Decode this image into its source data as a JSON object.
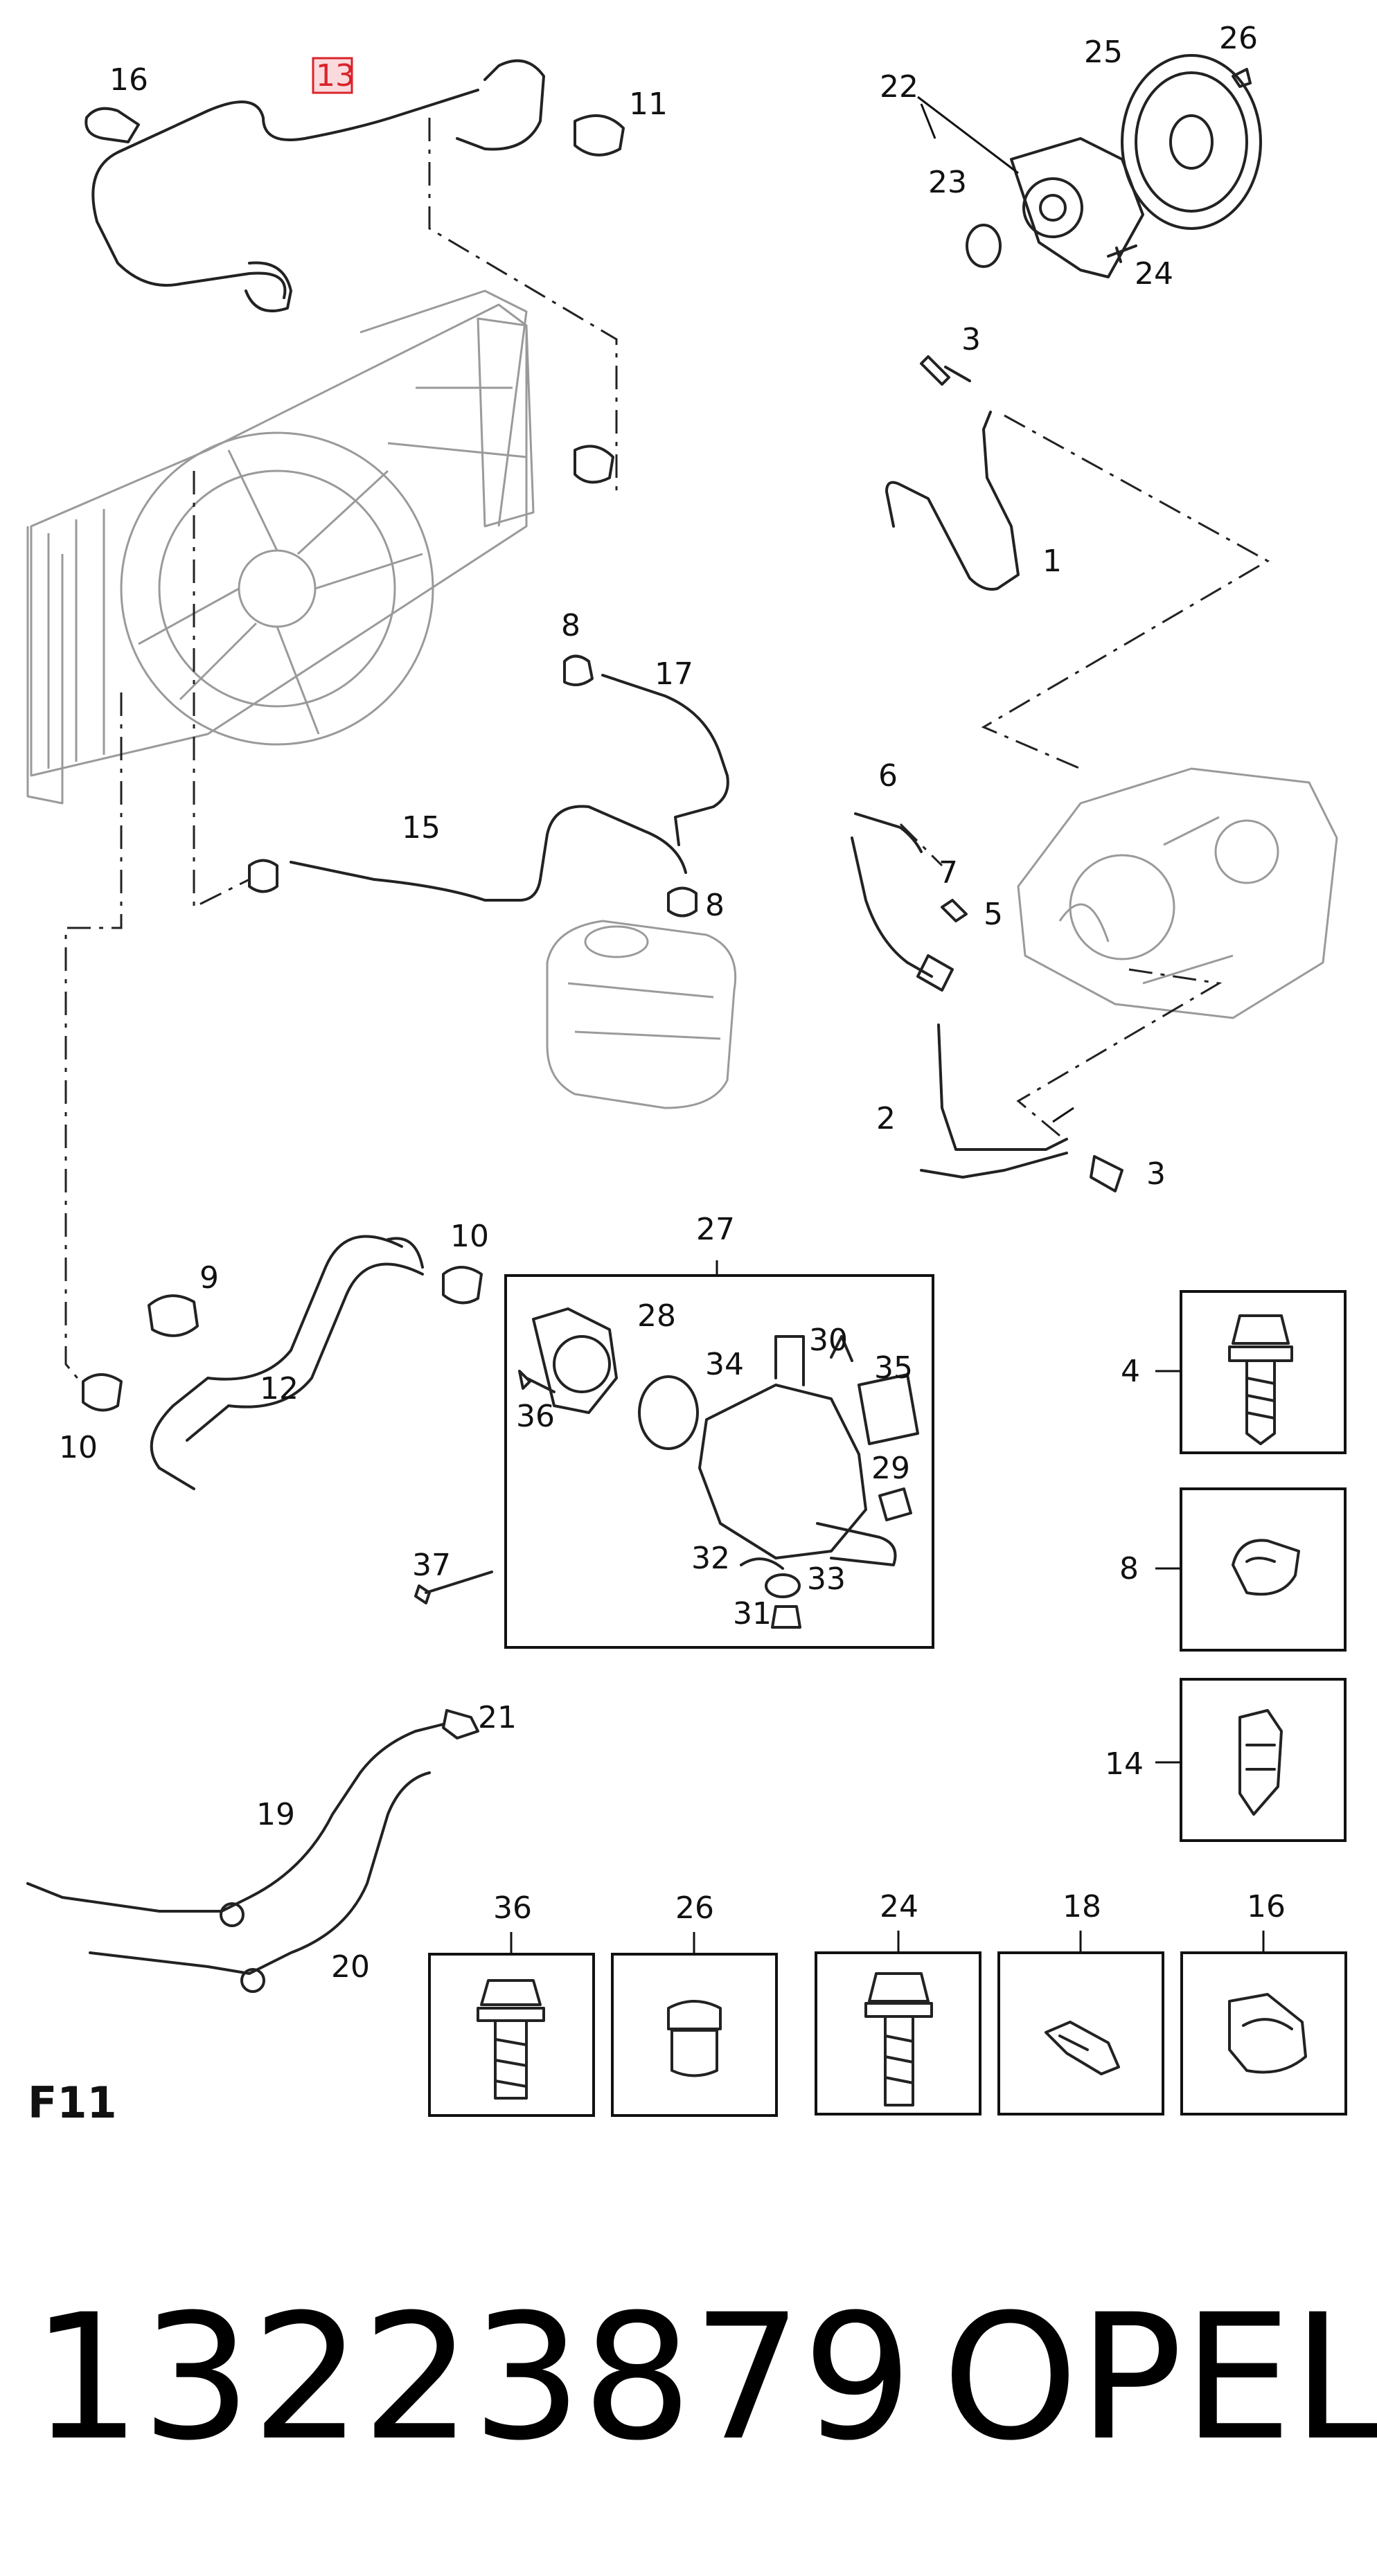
{
  "diagram": {
    "section_label": "F11",
    "highlighted_callout": "13",
    "highlight_color": "#d9242a",
    "callouts": [
      {
        "id": "c16a",
        "text": "16"
      },
      {
        "id": "c13",
        "text": "13"
      },
      {
        "id": "c11",
        "text": "11"
      },
      {
        "id": "c22",
        "text": "22"
      },
      {
        "id": "c25",
        "text": "25"
      },
      {
        "id": "c26a",
        "text": "26"
      },
      {
        "id": "c23",
        "text": "23"
      },
      {
        "id": "c24a",
        "text": "24"
      },
      {
        "id": "c3a",
        "text": "3"
      },
      {
        "id": "c1",
        "text": "1"
      },
      {
        "id": "c8a",
        "text": "8"
      },
      {
        "id": "c17",
        "text": "17"
      },
      {
        "id": "c6",
        "text": "6"
      },
      {
        "id": "c15",
        "text": "15"
      },
      {
        "id": "c7",
        "text": "7"
      },
      {
        "id": "c8b",
        "text": "8"
      },
      {
        "id": "c5",
        "text": "5"
      },
      {
        "id": "c2",
        "text": "2"
      },
      {
        "id": "c3b",
        "text": "3"
      },
      {
        "id": "c27",
        "text": "27"
      },
      {
        "id": "c10a",
        "text": "10"
      },
      {
        "id": "c9",
        "text": "9"
      },
      {
        "id": "c28",
        "text": "28"
      },
      {
        "id": "c30",
        "text": "30"
      },
      {
        "id": "c34",
        "text": "34"
      },
      {
        "id": "c35",
        "text": "35"
      },
      {
        "id": "c4",
        "text": "4"
      },
      {
        "id": "c12",
        "text": "12"
      },
      {
        "id": "c36a",
        "text": "36"
      },
      {
        "id": "c10b",
        "text": "10"
      },
      {
        "id": "c29",
        "text": "29"
      },
      {
        "id": "c8c",
        "text": "8"
      },
      {
        "id": "c37",
        "text": "37"
      },
      {
        "id": "c32",
        "text": "32"
      },
      {
        "id": "c33",
        "text": "33"
      },
      {
        "id": "c31",
        "text": "31"
      },
      {
        "id": "c21",
        "text": "21"
      },
      {
        "id": "c14",
        "text": "14"
      },
      {
        "id": "c19",
        "text": "19"
      },
      {
        "id": "c20",
        "text": "20"
      },
      {
        "id": "c36b",
        "text": "36"
      },
      {
        "id": "c26b",
        "text": "26"
      },
      {
        "id": "c24b",
        "text": "24"
      },
      {
        "id": "c18",
        "text": "18"
      },
      {
        "id": "c16b",
        "text": "16"
      }
    ]
  },
  "part_number": "13223879",
  "brand": "OPEL"
}
